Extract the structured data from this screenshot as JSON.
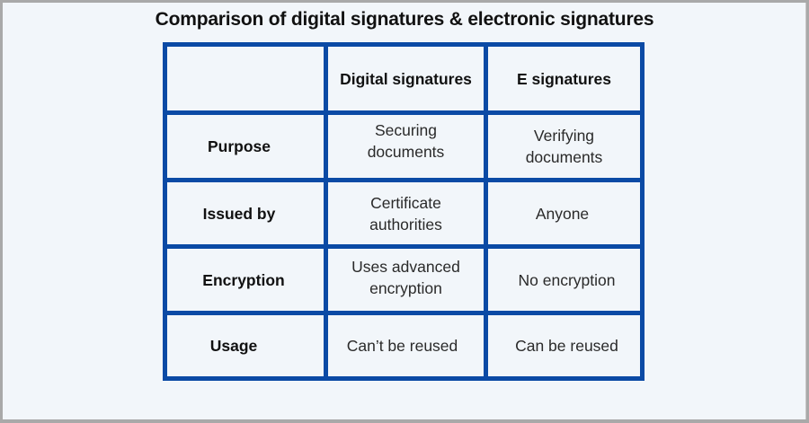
{
  "title": "Comparison of digital signatures & electronic signatures",
  "colors": {
    "grid_line": "#0b4aa5",
    "background": "#f2f6fa",
    "frame": "#a9a9a9"
  },
  "table": {
    "columns": [
      "",
      "Digital signatures",
      "E signatures"
    ],
    "rows": [
      {
        "label": "Purpose",
        "digital": "Securing\ndocuments",
        "e": "Verifying\ndocuments"
      },
      {
        "label": "Issued by",
        "digital": "Certificate\nauthorities",
        "e": "Anyone"
      },
      {
        "label": "Encryption",
        "digital": "Uses advanced\nencryption",
        "e": "No encryption"
      },
      {
        "label": "Usage",
        "digital": "Can’t be reused",
        "e": "Can be reused"
      }
    ]
  }
}
